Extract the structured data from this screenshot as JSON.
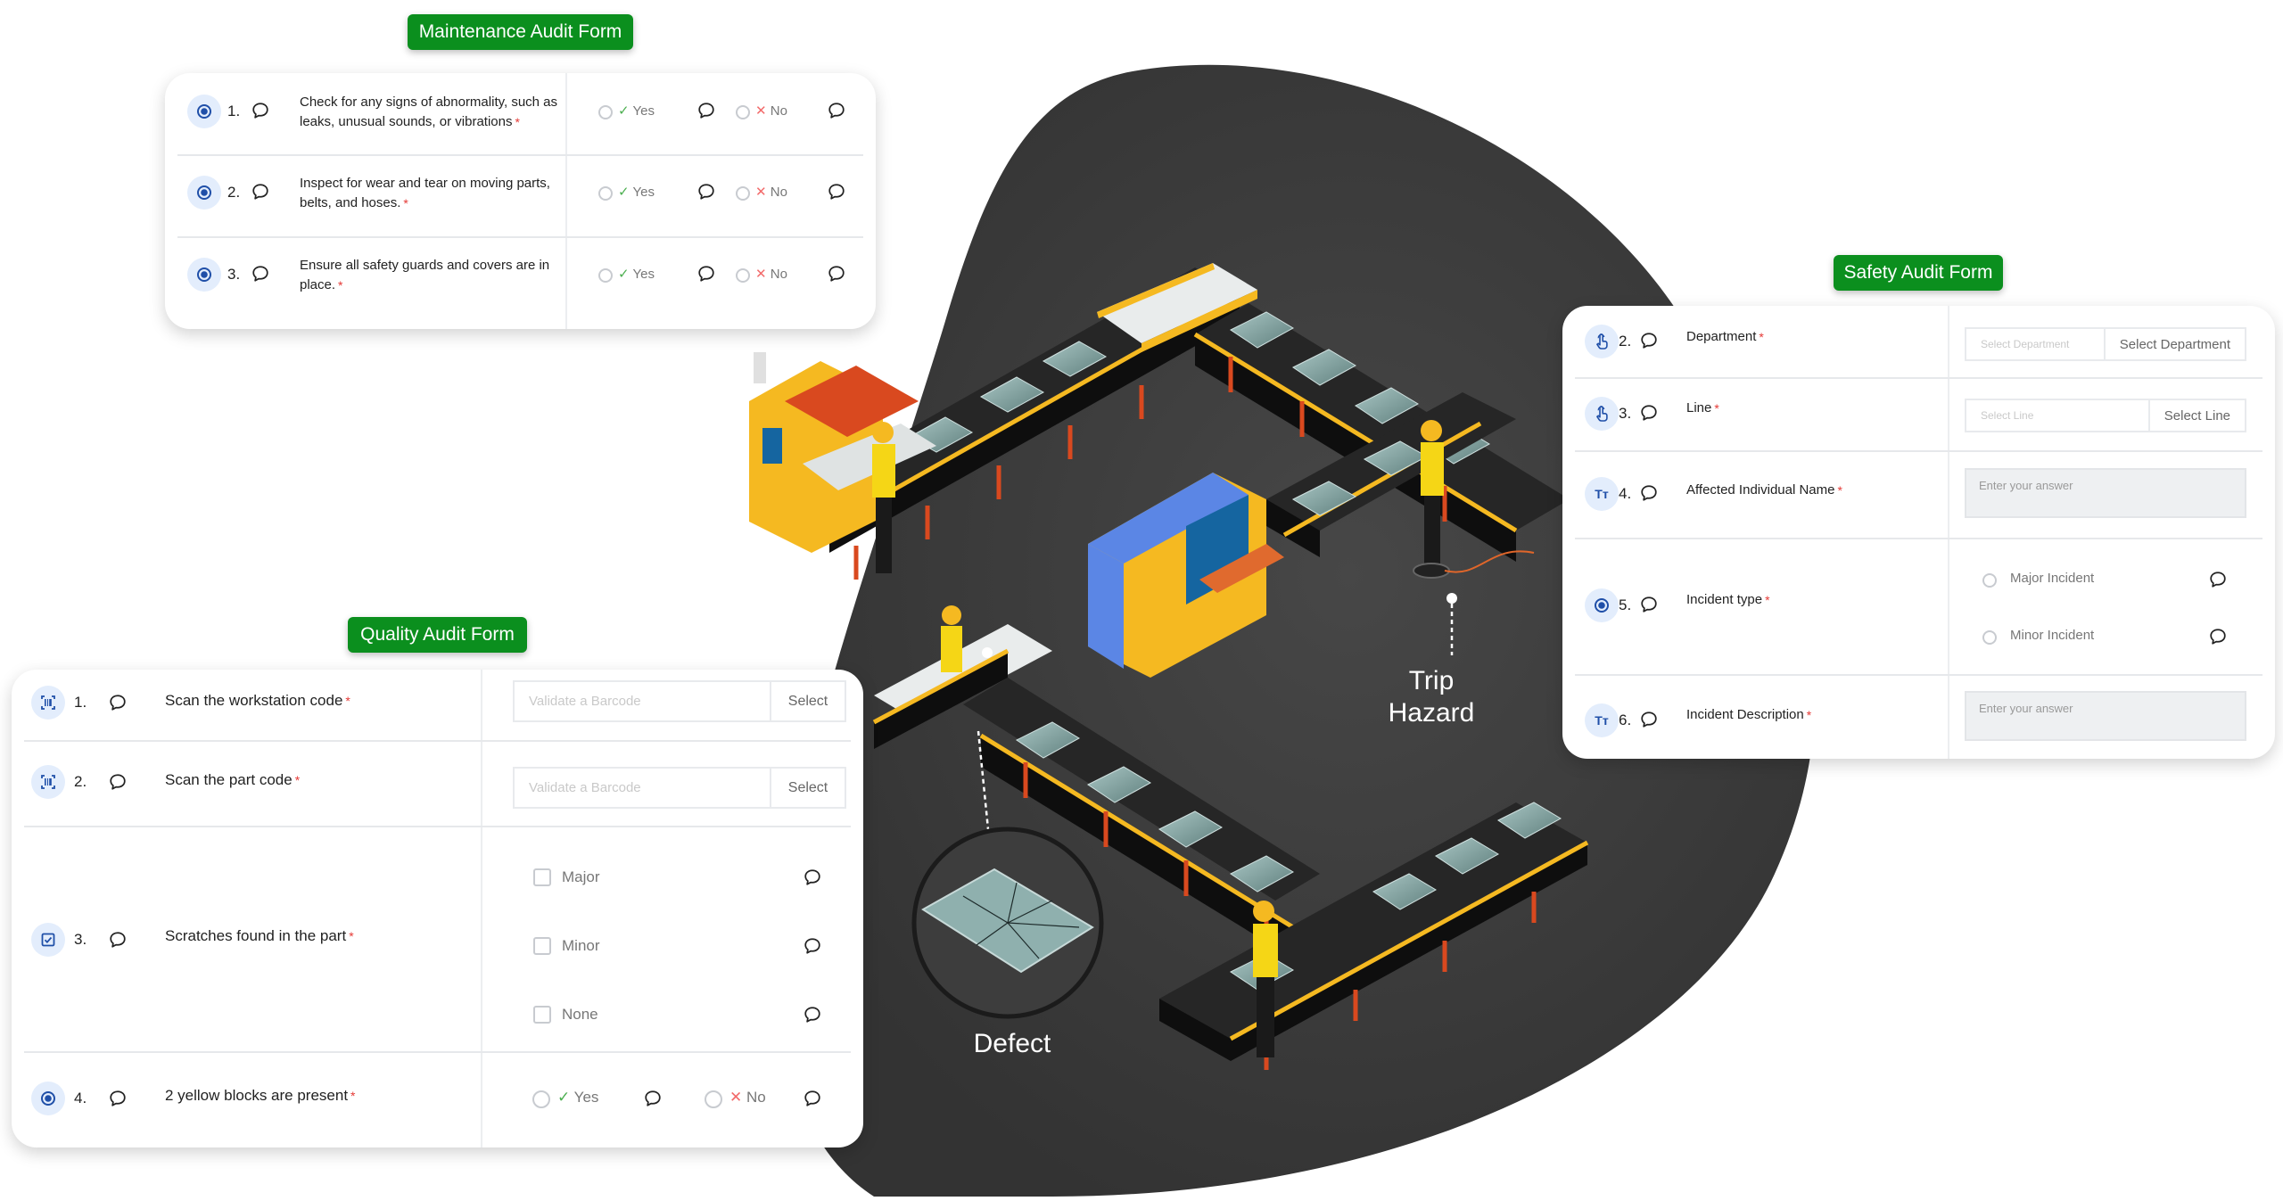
{
  "maintenance_form": {
    "title": "Maintenance Audit Form",
    "questions": [
      {
        "number": "1.",
        "type_icon": "radio-icon",
        "text": "Check for any signs of abnormality, such as leaks, unusual sounds, or vibrations",
        "required": "*",
        "options": [
          {
            "label": "Yes",
            "mark": "✓"
          },
          {
            "label": "No",
            "mark": "✕"
          }
        ]
      },
      {
        "number": "2.",
        "type_icon": "radio-icon",
        "text": "Inspect for wear and tear on moving parts, belts, and hoses.",
        "required": "*",
        "options": [
          {
            "label": "Yes",
            "mark": "✓"
          },
          {
            "label": "No",
            "mark": "✕"
          }
        ]
      },
      {
        "number": "3.",
        "type_icon": "radio-icon",
        "text": "Ensure all safety guards and covers are in place.",
        "required": "*",
        "options": [
          {
            "label": "Yes",
            "mark": "✓"
          },
          {
            "label": "No",
            "mark": "✕"
          }
        ]
      }
    ]
  },
  "safety_form": {
    "title": "Safety Audit Form",
    "questions": [
      {
        "number": "2.",
        "type_icon": "tap-select-icon",
        "text": "Department",
        "required": "*",
        "placeholder": "Select Department",
        "button": "Select Department"
      },
      {
        "number": "3.",
        "type_icon": "tap-select-icon",
        "text": "Line",
        "required": "*",
        "placeholder": "Select Line",
        "button": "Select Line"
      },
      {
        "number": "4.",
        "type_icon": "text-type-icon",
        "type_glyph": "Tт",
        "text": "Affected Individual Name",
        "required": "*",
        "placeholder": "Enter your answer"
      },
      {
        "number": "5.",
        "type_icon": "radio-icon",
        "text": "Incident type",
        "required": "*",
        "options": [
          {
            "label": "Major Incident"
          },
          {
            "label": "Minor Incident"
          }
        ]
      },
      {
        "number": "6.",
        "type_icon": "text-type-icon",
        "type_glyph": "Tт",
        "text": "Incident Description",
        "required": "*",
        "placeholder": "Enter your answer"
      }
    ]
  },
  "quality_form": {
    "title": "Quality Audit Form",
    "questions": [
      {
        "number": "1.",
        "type_icon": "barcode-scan-icon",
        "text": "Scan the workstation code",
        "required": "*",
        "placeholder": "Validate a Barcode",
        "button": "Select"
      },
      {
        "number": "2.",
        "type_icon": "barcode-scan-icon",
        "text": "Scan the part code",
        "required": "*",
        "placeholder": "Validate a Barcode",
        "button": "Select"
      },
      {
        "number": "3.",
        "type_icon": "checkbox-icon",
        "text": "Scratches found in the part",
        "required": "*",
        "options": [
          {
            "label": "Major"
          },
          {
            "label": "Minor"
          },
          {
            "label": "None"
          }
        ]
      },
      {
        "number": "4.",
        "type_icon": "radio-icon",
        "text": "2 yellow blocks are present",
        "required": "*",
        "options": [
          {
            "label": "Yes",
            "mark": "✓"
          },
          {
            "label": "No",
            "mark": "✕"
          }
        ]
      }
    ]
  },
  "illustration": {
    "labels": {
      "trip_hazard": "Trip\nHazard",
      "trip_line1": "Trip",
      "trip_line2": "Hazard",
      "defect": "Defect"
    }
  },
  "colors": {
    "badge_green": "#0b8f1e",
    "icon_blue": "#1f4fa8",
    "icon_bg": "#e3edfc",
    "required_red": "#e53935",
    "yes_green": "#4caf50",
    "no_red": "#f26a6a",
    "blob": "#3a3a3a"
  }
}
